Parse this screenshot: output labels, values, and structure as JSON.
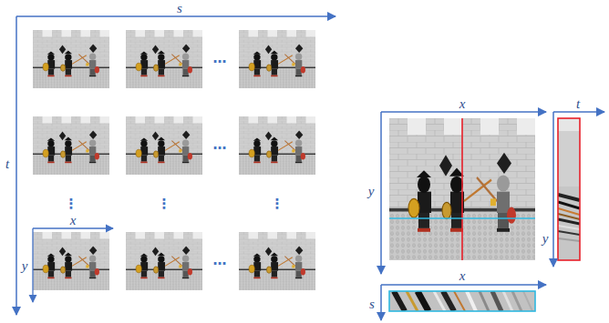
{
  "diagram": {
    "labels": [
      "s",
      "t",
      "…",
      "…",
      "…",
      "⋮",
      "⋮",
      "⋮",
      "x",
      "y",
      "x",
      "y",
      "t",
      "y",
      "x",
      "s"
    ]
  }
}
